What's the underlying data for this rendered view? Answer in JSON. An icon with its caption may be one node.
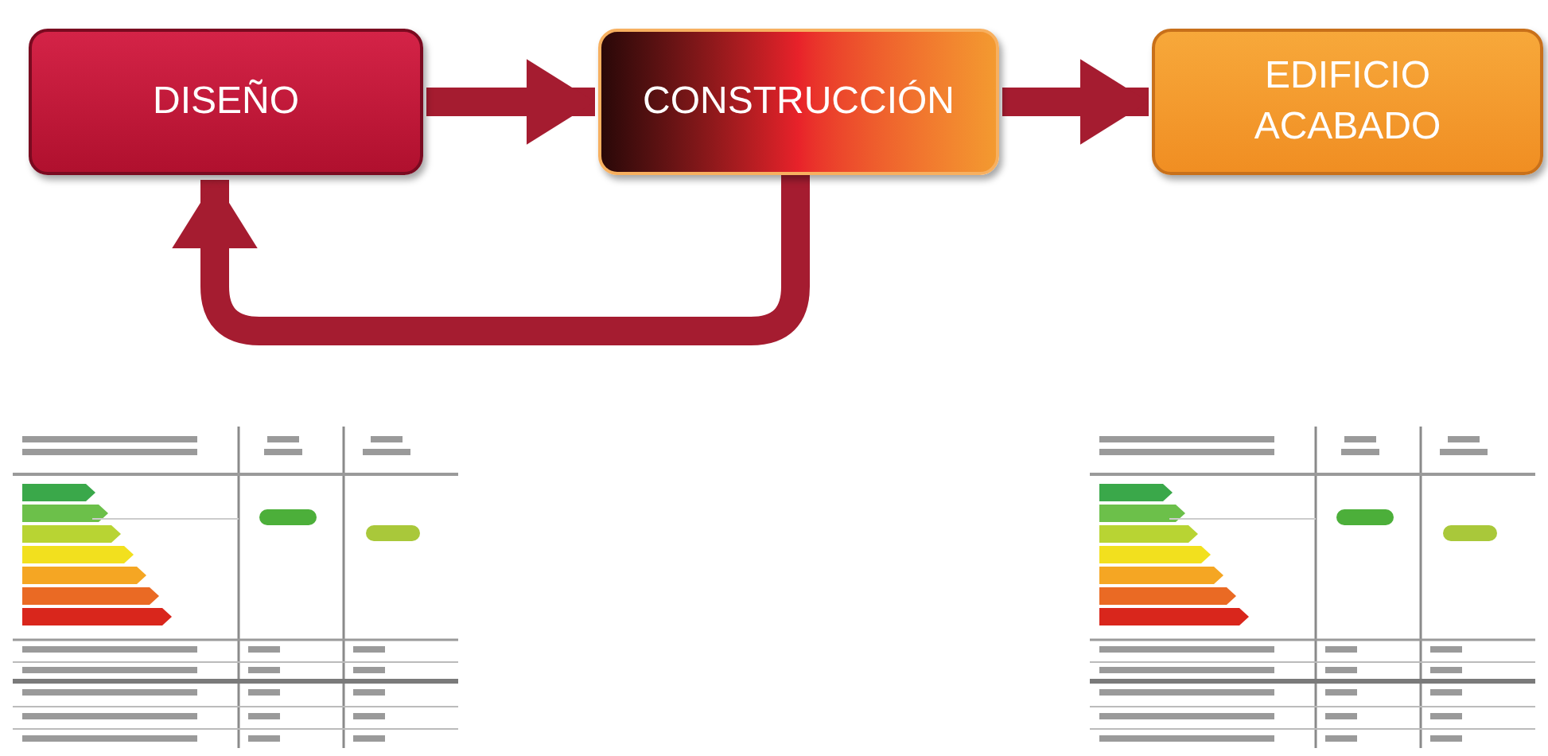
{
  "diagram": {
    "nodes": [
      {
        "text": [
          "DISEÑO"
        ]
      },
      {
        "text": [
          "CONSTRUCCIÓN"
        ]
      },
      {
        "text": [
          "EDIFICIO ACABADO"
        ]
      }
    ],
    "edges": [
      {
        "from": 0,
        "to": 1,
        "arrow": "to"
      },
      {
        "from": 1,
        "to": 2,
        "arrow": "to"
      },
      {
        "from": 1,
        "to": 0,
        "arrow": "to"
      }
    ]
  }
}
